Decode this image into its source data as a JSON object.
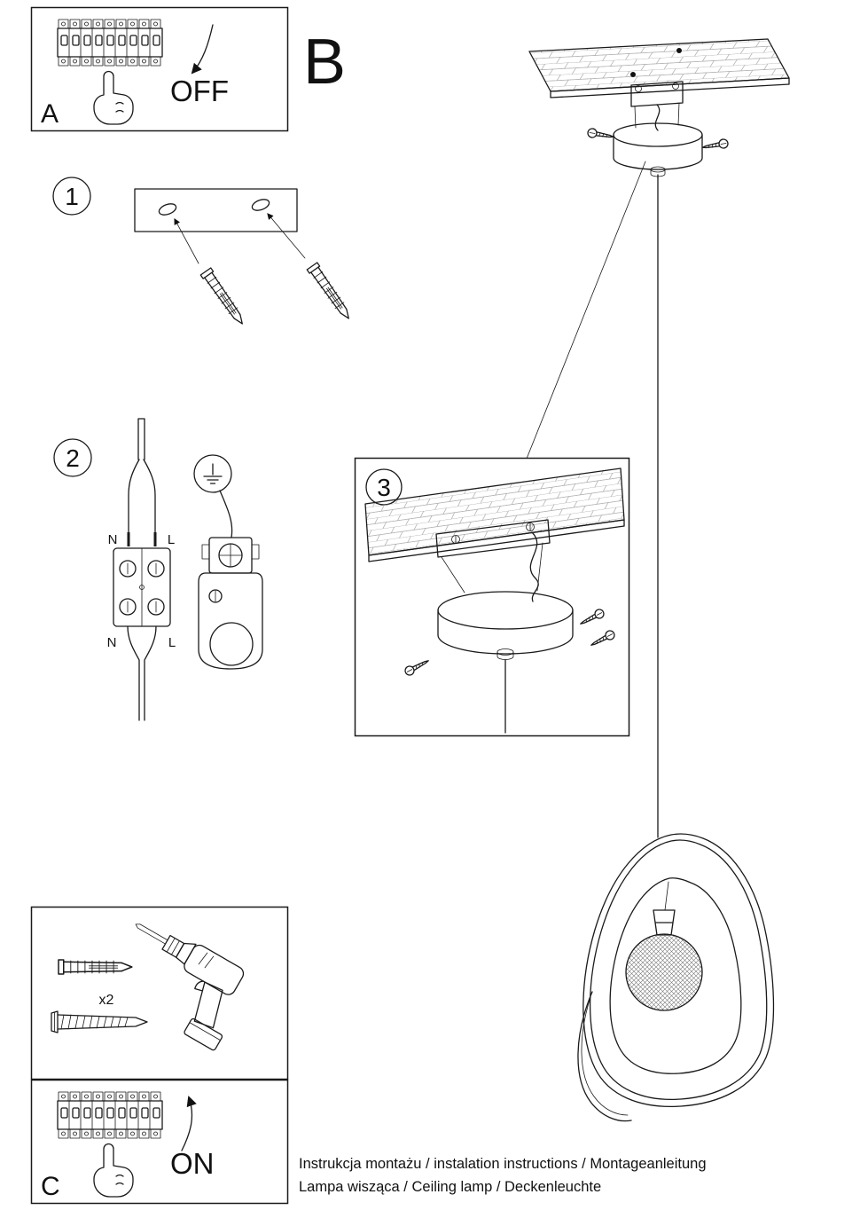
{
  "panel_a": {
    "label": "A",
    "action": "OFF"
  },
  "letter_b": "B",
  "panel_c": {
    "label": "C",
    "action": "ON"
  },
  "steps": {
    "s1": "1",
    "s2": "2",
    "s3": "3"
  },
  "wiring": {
    "n_top": "N",
    "l_top": "L",
    "n_bottom": "N",
    "l_bottom": "L"
  },
  "tools": {
    "quantity": "x2"
  },
  "footer": {
    "line1": "Instrukcja montażu / instalation instructions / Montageanleitung",
    "line2": "Lampa wisząca / Ceiling lamp  / Deckenleuchte"
  },
  "colors": {
    "ink": "#1a1a1a",
    "paper": "#ffffff"
  }
}
